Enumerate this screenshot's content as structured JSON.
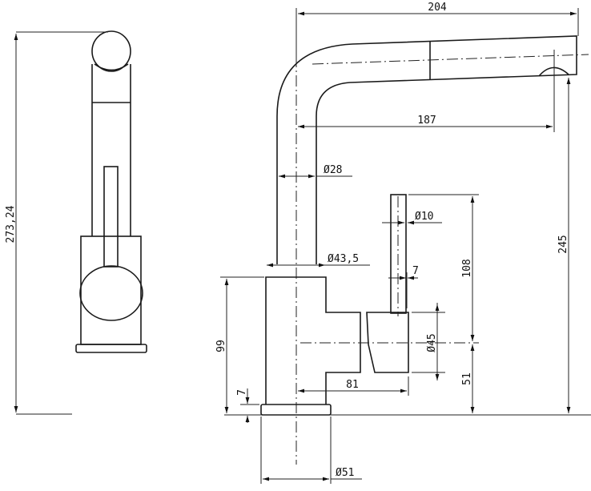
{
  "drawing": {
    "side_view": {
      "height_label": "273,24"
    },
    "front_view": {
      "overall_reach_label": "204",
      "spout_reach_label": "187",
      "spout_diameter_label": "Ø28",
      "column_diameter_label": "Ø43,5",
      "lever_diameter_label": "Ø10",
      "lever_offset_label": "7",
      "spout_height_label": "245",
      "lever_height_label": "108",
      "body_height_label": "99",
      "base_thickness_label": "7",
      "handle_diameter_label": "Ø45",
      "handle_projection_label": "81",
      "handle_axis_height_label": "51",
      "base_diameter_label": "Ø51"
    }
  }
}
